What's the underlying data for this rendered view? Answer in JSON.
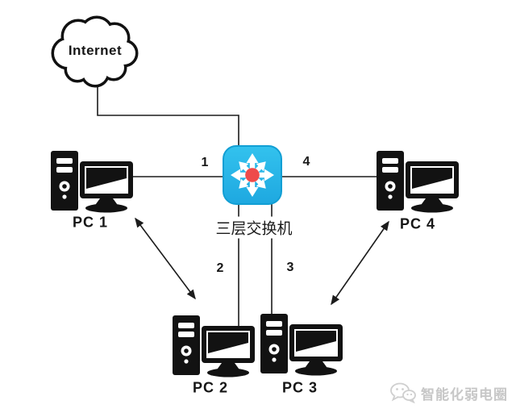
{
  "diagram": {
    "internet": {
      "label": "Internet"
    },
    "switch": {
      "label": "三层交换机"
    },
    "pcs": [
      {
        "id": "pc1",
        "label": "PC 1",
        "port": "1"
      },
      {
        "id": "pc2",
        "label": "PC 2",
        "port": "2"
      },
      {
        "id": "pc3",
        "label": "PC 3",
        "port": "3"
      },
      {
        "id": "pc4",
        "label": "PC 4",
        "port": "4"
      }
    ],
    "links": [
      {
        "from": "internet",
        "to": "switch",
        "type": "line"
      },
      {
        "from": "pc1",
        "to": "switch",
        "type": "line",
        "port": "1"
      },
      {
        "from": "switch",
        "to": "pc4",
        "type": "line",
        "port": "4"
      },
      {
        "from": "switch",
        "to": "pc2",
        "type": "line",
        "port": "2"
      },
      {
        "from": "switch",
        "to": "pc3",
        "type": "line",
        "port": "3"
      },
      {
        "from": "pc1",
        "to": "pc2",
        "type": "double-arrow"
      },
      {
        "from": "pc4",
        "to": "pc3",
        "type": "double-arrow"
      }
    ]
  },
  "watermark": {
    "icon": "wechat-bubbles-icon",
    "text": "智能化弱电圈"
  },
  "colors": {
    "background": "#ffffff",
    "line": "#1c1c1c",
    "icon_black": "#121212",
    "switch_fill_top": "#33c2ee",
    "switch_fill_bottom": "#1ea8e0",
    "switch_border": "#129fd4",
    "switch_hub_dot": "#ee4b4b",
    "switch_arrows": "#ffffff",
    "watermark_gray": "#c7c7c7"
  }
}
